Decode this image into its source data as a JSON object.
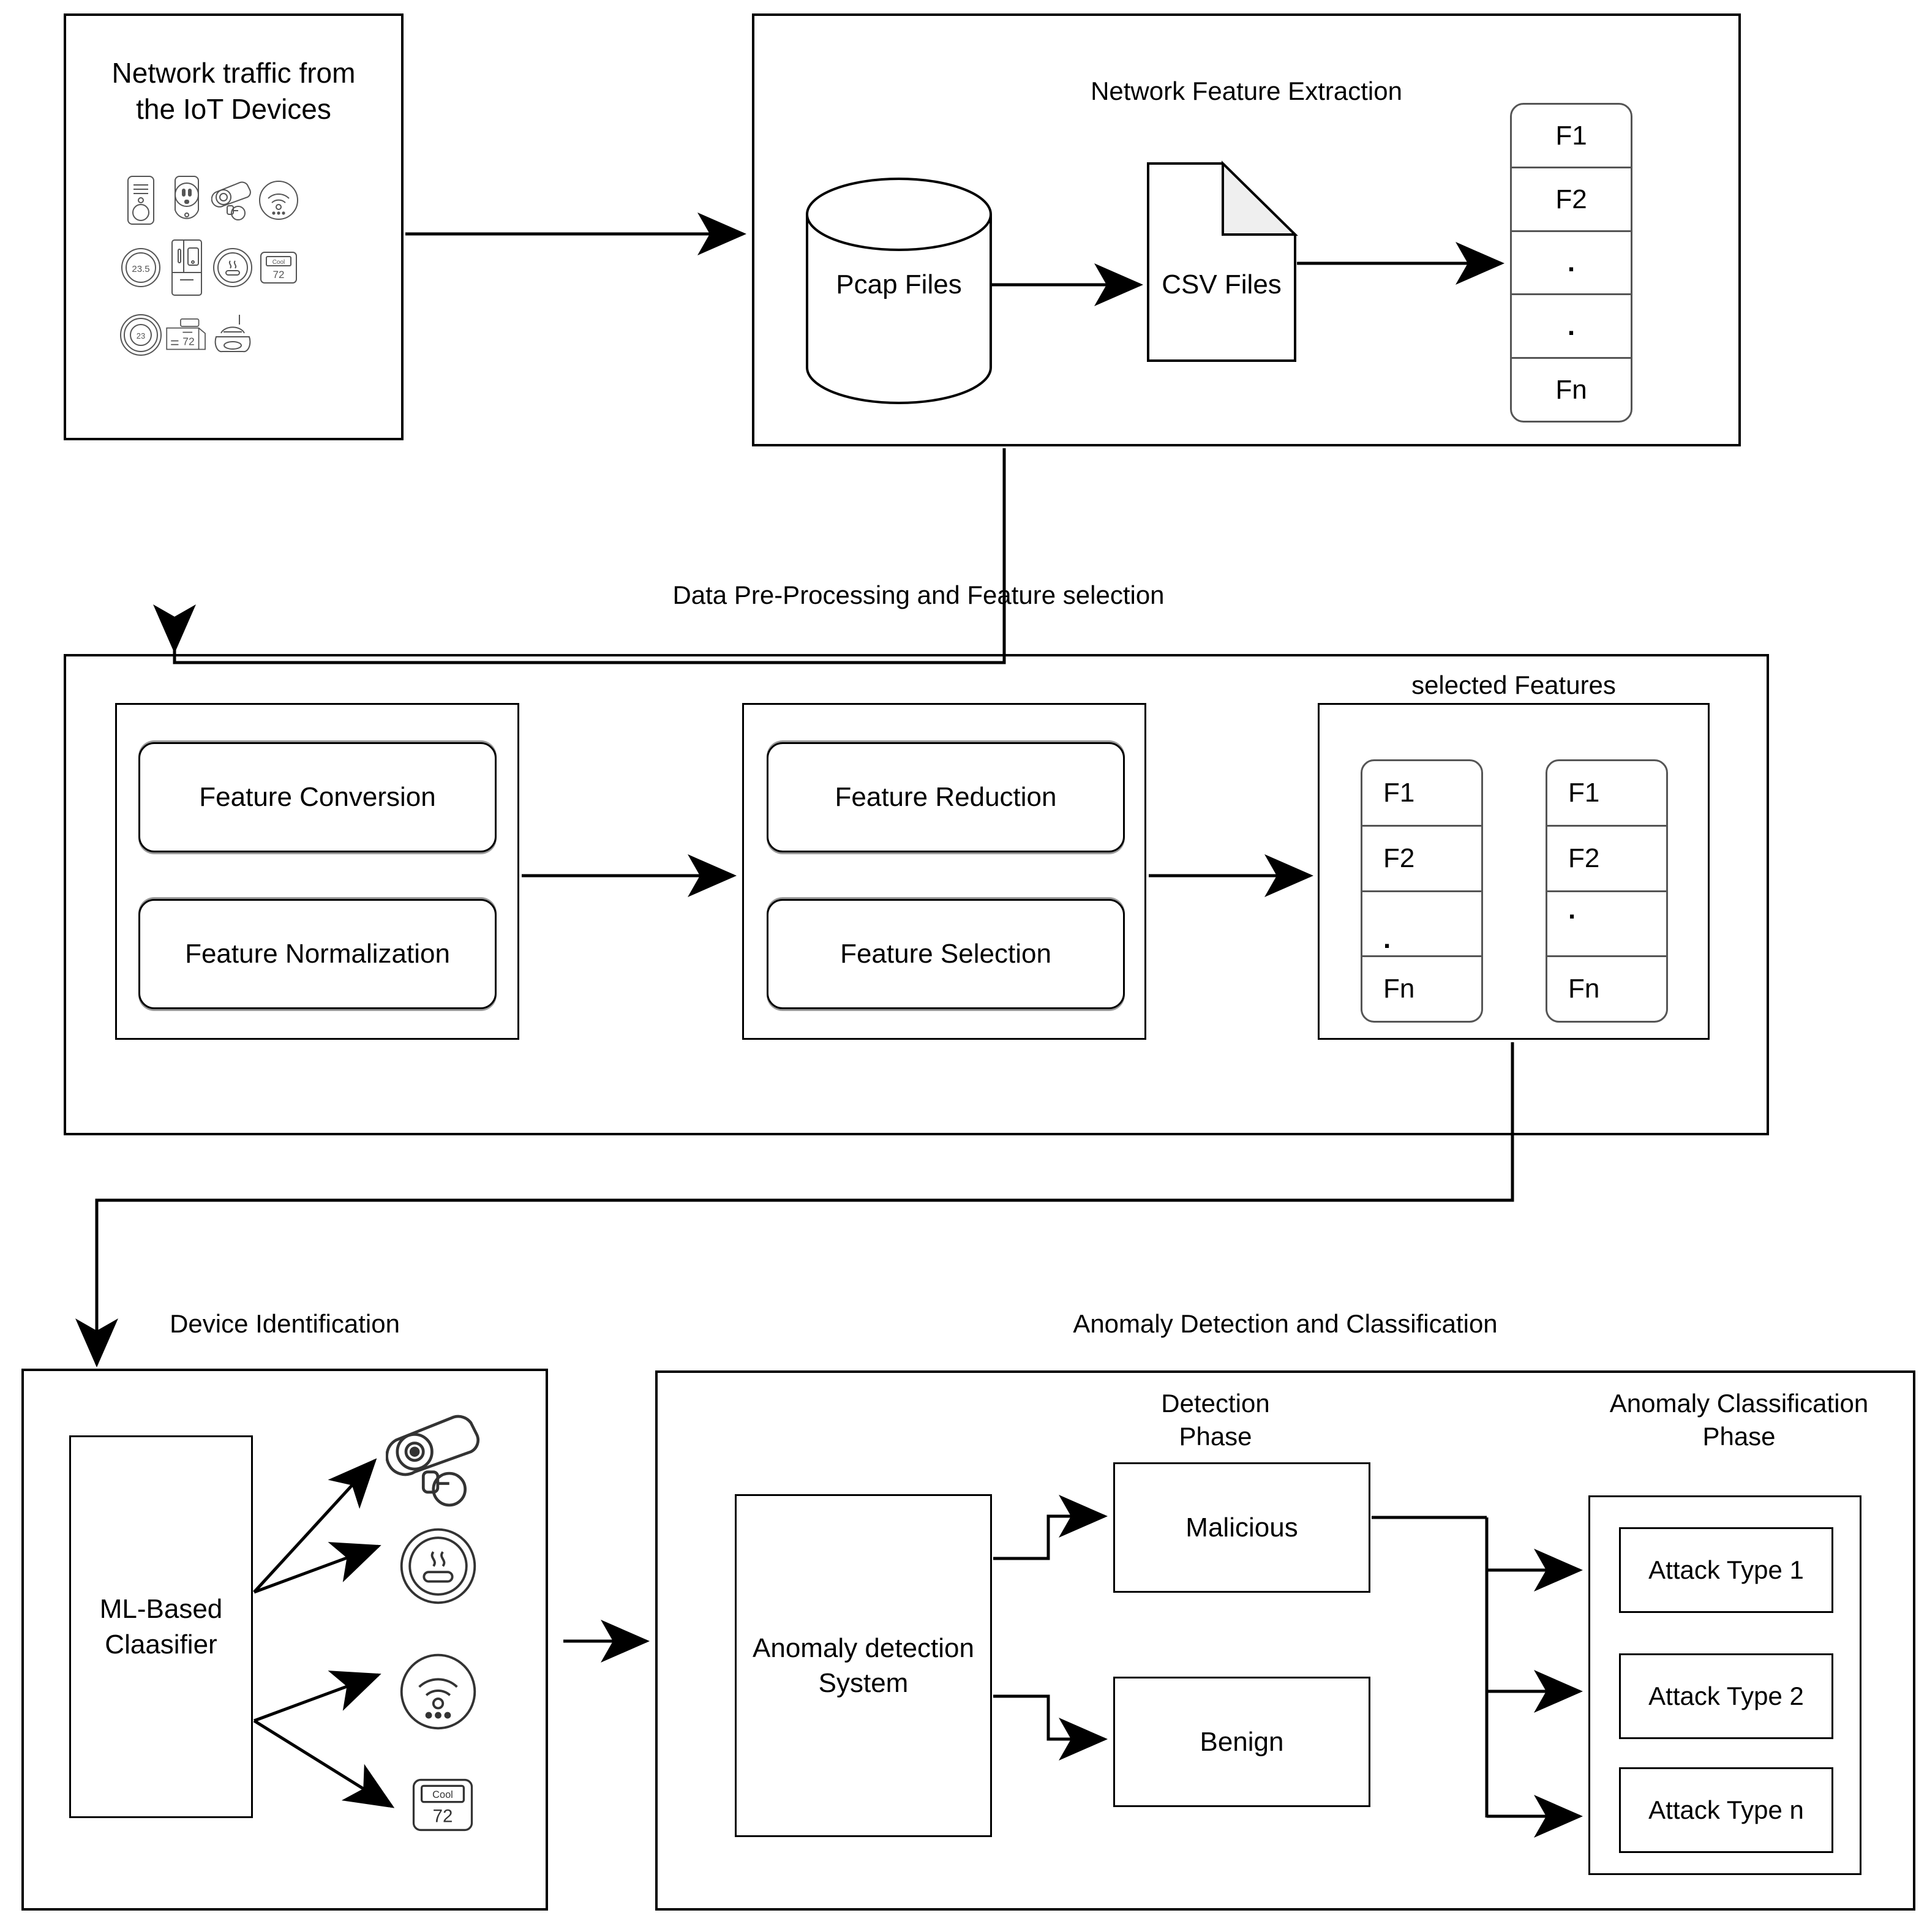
{
  "diagram": {
    "title_source": "IoT anomaly detection pipeline"
  },
  "stage1": {
    "title": "Network traffic from\nthe IoT Devices",
    "devices": [
      {
        "name": "smart-speaker-icon"
      },
      {
        "name": "smart-plug-icon"
      },
      {
        "name": "security-camera-icon"
      },
      {
        "name": "wifi-router-icon"
      },
      {
        "name": "thermostat-dial-icon",
        "value": "23.5"
      },
      {
        "name": "smart-fridge-icon"
      },
      {
        "name": "smart-cooker-icon"
      },
      {
        "name": "thermostat-panel-icon",
        "mode": "Cool",
        "value": "72"
      },
      {
        "name": "nest-thermostat-icon",
        "value": "23"
      },
      {
        "name": "smart-printer-icon",
        "value": "72"
      },
      {
        "name": "robot-vacuum-icon"
      }
    ]
  },
  "stage2": {
    "title": "Network Feature Extraction",
    "database_label": "Pcap Files",
    "document_label": "CSV Files",
    "feature_rows": [
      "F1",
      "F2",
      ".",
      ".",
      "Fn"
    ]
  },
  "stage3": {
    "title": "Data Pre-Processing and Feature selection",
    "group1": [
      "Feature\nConversion",
      "Feature\nNormalization"
    ],
    "group2": [
      "Feature\nReduction",
      "Feature\nSelection"
    ],
    "selected_title": "selected Features",
    "selected_rows": [
      "F1",
      "F2",
      ".",
      "Fn"
    ],
    "selected_count": 2
  },
  "stage4": {
    "title": "Device Identification",
    "classifier_label": "ML-Based\nClaasifier",
    "outputs": [
      {
        "name": "security-camera-icon"
      },
      {
        "name": "smart-cooker-icon"
      },
      {
        "name": "wifi-router-icon"
      },
      {
        "name": "thermostat-panel-icon",
        "mode": "Cool",
        "value": "72"
      }
    ]
  },
  "stage5": {
    "title": "Anomaly Detection and Classification",
    "system_label": "Anomaly\ndetection\nSystem",
    "detection_phase_title": "Detection\nPhase",
    "detection_outcomes": [
      "Malicious",
      "Benign"
    ],
    "classification_phase_title": "Anomaly Classification\nPhase",
    "attack_types": [
      "Attack\nType 1",
      "Attack\nType 2",
      "Attack\nType n"
    ]
  },
  "colors": {
    "stroke": "#000000",
    "soft_stroke": "#555555",
    "fold_fill": "#efefef",
    "background": "#ffffff"
  }
}
